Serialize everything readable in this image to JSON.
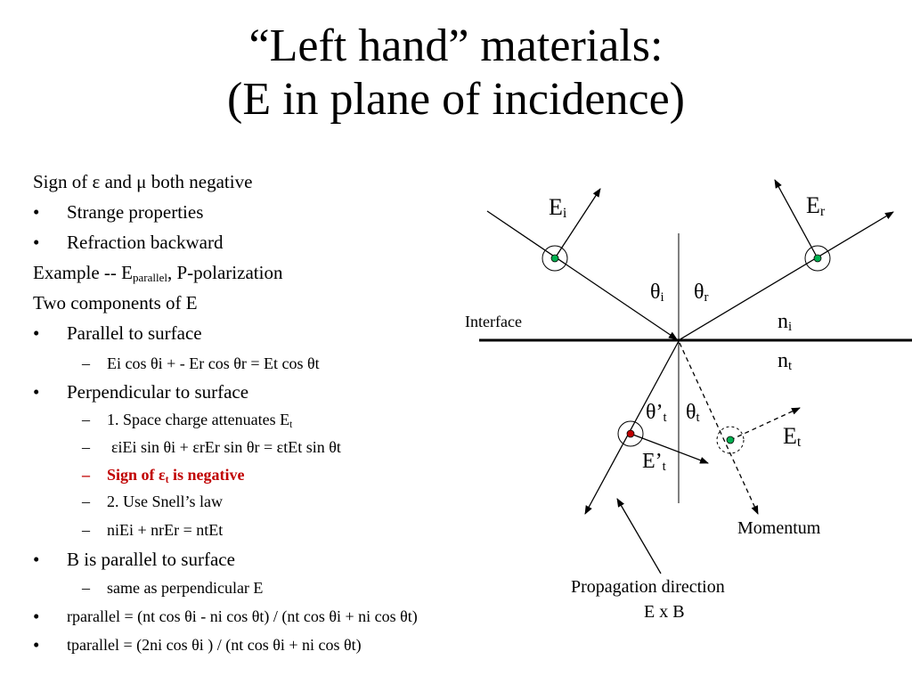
{
  "title": {
    "line1": "“Left hand” materials:",
    "line2": "(E in plane of incidence)"
  },
  "text": {
    "intro": {
      "a": "Sign of ",
      "eps": "ε",
      "b": " and ",
      "mu": "μ",
      "c": " both negative"
    },
    "strange": "Strange properties",
    "refraction": "Refraction backward",
    "example": {
      "a": "Example -- E",
      "sub": "parallel",
      "b": ", P-polarization"
    },
    "two": "Two components of E",
    "parallel": "Parallel to surface",
    "eq1": "Ei cos θi + - Er cos θr = Et cos θt",
    "perp": "Perpendicular to surface",
    "space": {
      "a": "1. Space charge attenuates E",
      "sub": "t"
    },
    "eq2": "εiEi sin θi + εrEr sin θr = εtEt sin θt",
    "sign": {
      "a": "Sign of ",
      "eps": "ε",
      "sub": "t",
      "b": " is negative"
    },
    "snell": "2. Use Snell’s law",
    "eq3": "niEi + nrEr = ntEt",
    "bpar": "B is parallel to surface",
    "same": "same as perpendicular E",
    "rpar": "rparallel = (nt cos θi - ni cos θt) / (nt cos θi + ni cos θt)",
    "tpar": "tparallel = (2ni cos θi ) / (nt cos θi + ni cos θt)"
  },
  "diagram": {
    "interface": "Interface",
    "E": "E",
    "i": "i",
    "r": "r",
    "t": "t",
    "theta": "θ",
    "theta_prime": "θ’",
    "E_prime": "E’",
    "n": "n",
    "momentum": "Momentum",
    "propagation": "Propagation direction",
    "exb": "E x B",
    "colors": {
      "green": "#00b050",
      "red": "#c00000",
      "black": "#000000"
    }
  }
}
